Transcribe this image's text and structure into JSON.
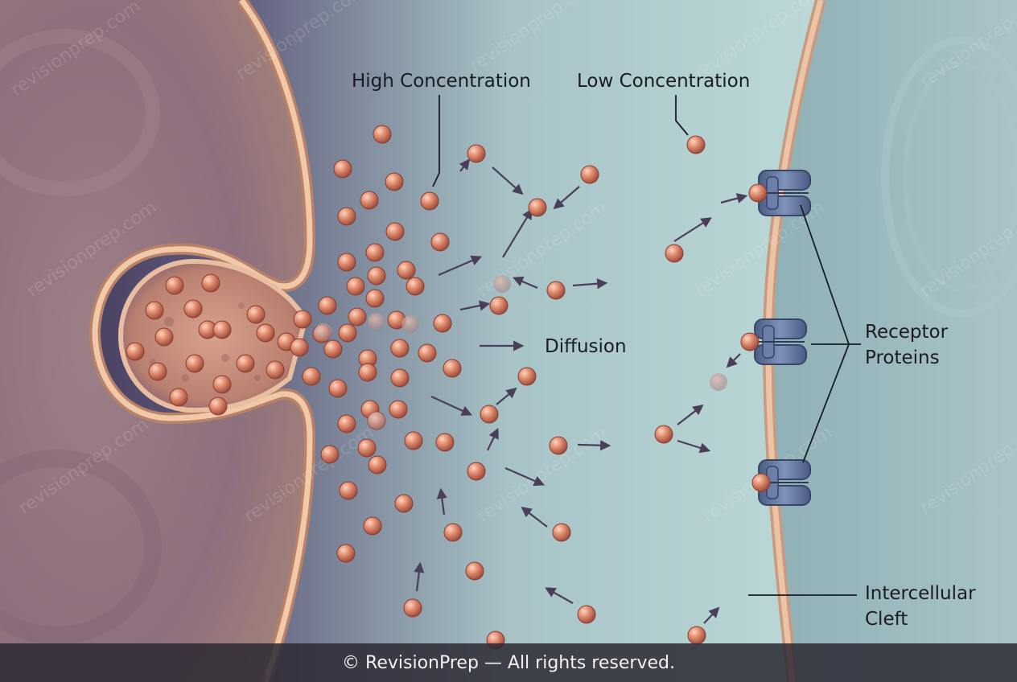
{
  "labels": {
    "high_concentration": "High Concentration",
    "low_concentration": "Low Concentration",
    "diffusion": "Diffusion",
    "receptor_proteins_line1": "Receptor",
    "receptor_proteins_line2": "Proteins",
    "intercellular_cleft_line1": "Intercellular",
    "intercellular_cleft_line2": "Cleft"
  },
  "watermark": "revisionprep.com",
  "footer": {
    "copyright": "© RevisionPrep — All rights reserved."
  },
  "colors": {
    "molecule": "#d98165",
    "membrane": "#e6b597",
    "receptor": "#5a6d95",
    "arrow": "#4a3f5a",
    "presynaptic_cytoplasm": "#9b7f84",
    "postsynaptic_cytoplasm": "#9bbcbf"
  },
  "icons": {
    "molecule": "neurotransmitter-sphere-icon",
    "receptor": "receptor-protein-icon",
    "arrow": "movement-arrow-icon"
  }
}
